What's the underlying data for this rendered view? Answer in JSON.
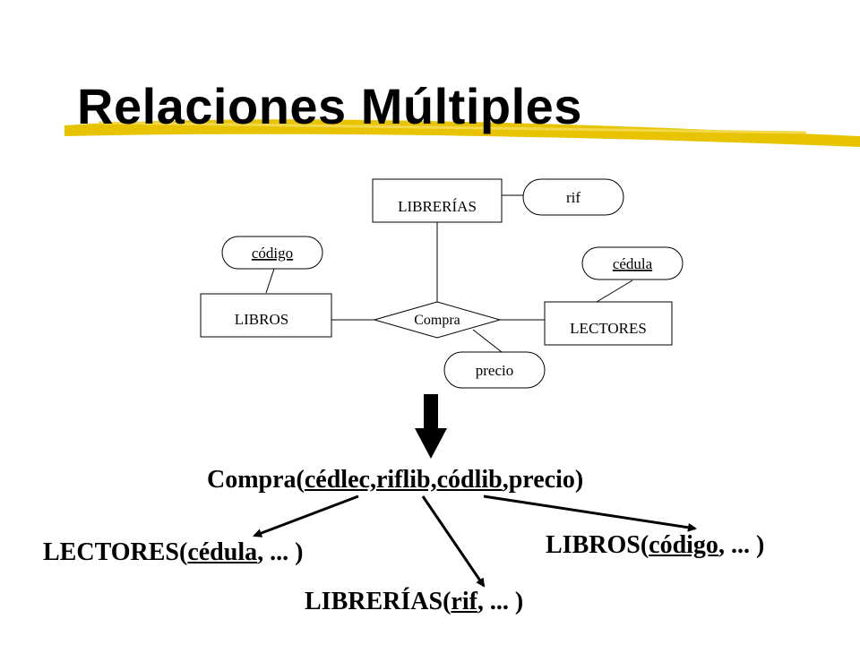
{
  "slide": {
    "title": "Relaciones Múltiples",
    "accent_color": "#e8c400"
  },
  "er_diagram": {
    "entities": {
      "librerias": "LIBRERÍAS",
      "libros": "LIBROS",
      "lectores": "LECTORES"
    },
    "relationship": "Compra",
    "attributes": {
      "rif": "rif",
      "codigo": "código",
      "cedula": "cédula",
      "precio": "precio"
    }
  },
  "transformation": {
    "arrow_icon": "down-arrow-icon",
    "compra": {
      "name": "Compra",
      "open": "(",
      "keys": "cédlec,riflib,códlib",
      "rest": ",precio)"
    },
    "lectores": {
      "name": "LECTORES",
      "open": "(",
      "key": "cédula",
      "rest": ", ... )"
    },
    "libros": {
      "name": "LIBROS",
      "open": "(",
      "key": "código",
      "rest": ", ... )"
    },
    "librerias": {
      "name": "LIBRERÍAS",
      "open": "(",
      "key": "rif",
      "rest": ", ... )"
    }
  }
}
